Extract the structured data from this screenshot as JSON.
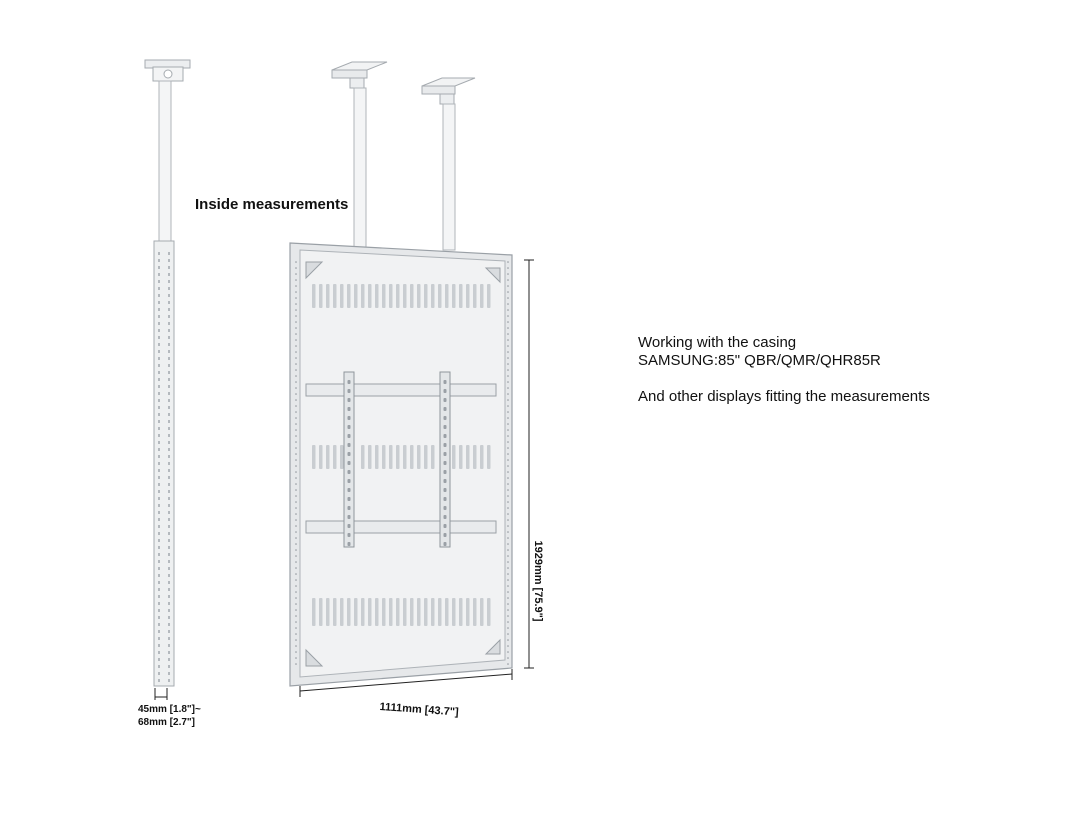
{
  "heading": "Inside measurements",
  "description": {
    "line1": "Working with the casing",
    "line2": "SAMSUNG:85\" QBR/QMR/QHR85R",
    "line3": "And other displays fitting the measurements"
  },
  "dimensions": {
    "depth_min": "45mm [1.8\"]~",
    "depth_max": "68mm [2.7\"]",
    "width": "1111mm [43.7\"]",
    "height": "1929mm [75.9\"]"
  },
  "colors": {
    "frame": "#e6e8ea",
    "panel": "#f1f2f3",
    "stroke": "#9aa0a6",
    "slot": "#c9cdd1"
  }
}
